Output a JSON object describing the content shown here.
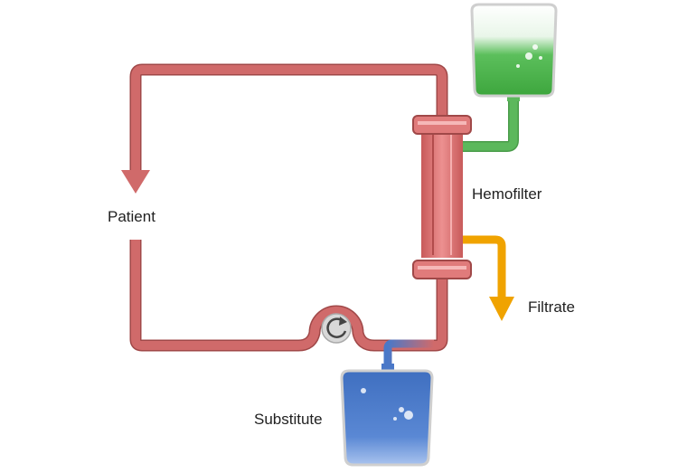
{
  "labels": {
    "patient": "Patient",
    "hemofilter": "Hemofilter",
    "filtrate": "Filtrate",
    "substitute": "Substitute"
  },
  "colors": {
    "blood_tubing": "#d06a6a",
    "blood_tubing_outline": "#a04848",
    "filter_body": "#e07b7b",
    "filter_membrane": "#f0a300",
    "filtrate_line": "#f0a300",
    "dialysate_bag": "#4cb44c",
    "dialysate_line": "#5cb85c",
    "substitute_bag": "#4a78c8",
    "pump_ring": "#c8c8c8",
    "text": "#222222"
  },
  "icons": {
    "blood_arrow": "arrow-down-icon",
    "filtrate_arrow": "arrow-down-icon",
    "pump": "rotate-icon"
  }
}
